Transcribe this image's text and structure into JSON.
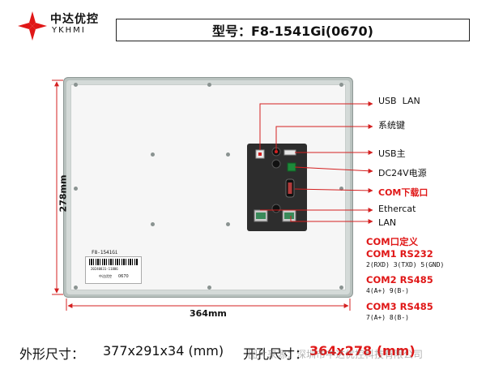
{
  "header": {
    "brand_zh": "中达优控",
    "brand_en": "YKHMI",
    "model_title": "型号：F8-1541Gi(0670)"
  },
  "device": {
    "label_model": "F8-1541Gi",
    "label_serial": "20240831-11886",
    "label_brand": "中达优控",
    "label_code": "0670"
  },
  "dimensions": {
    "width": "364mm",
    "height": "278mm"
  },
  "ports": {
    "usb_lan": "USB  LAN",
    "system_key": "系统键",
    "usb_main": "USB主",
    "dc24v": "DC24V电源",
    "com_download": "COM下载口",
    "ethercat": "Ethercat",
    "lan": "LAN"
  },
  "com_definition": {
    "title": "COM口定义",
    "com1_head": "COM1 RS232",
    "com1_pins": "2(RXD) 3(TXD) 5(GND)",
    "com2_head": "COM2 RS485",
    "com2_pins": "4(A+) 9(B-)",
    "com3_head": "COM3 RS485",
    "com3_pins": "7(A+) 8(B-)"
  },
  "footer": {
    "outer_size_label": "外形尺寸：",
    "outer_size_value": "377x291x34 (mm)",
    "cutout_label": "开孔尺寸：",
    "cutout_value": "364x278 (mm)",
    "watermark": "图片来源：深圳市中达优控科技有限公司"
  },
  "colors": {
    "accent_red": "#e01717",
    "arrow_red": "#d42020",
    "bezel": "#b9c2bf"
  }
}
